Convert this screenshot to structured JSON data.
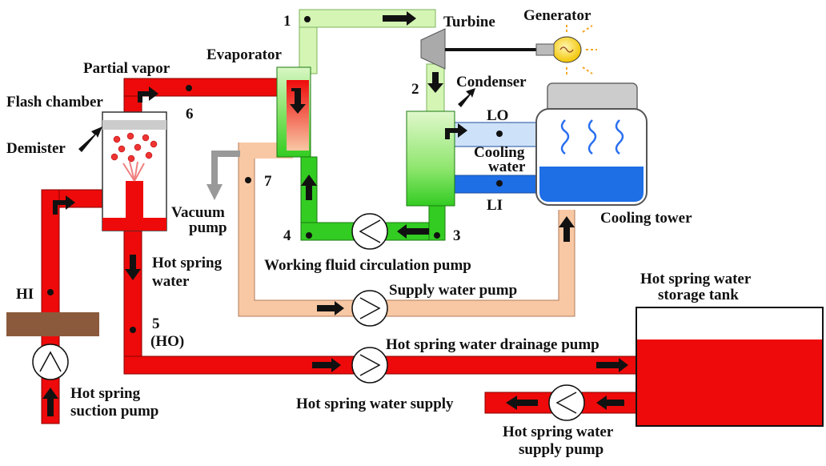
{
  "labels": {
    "generator": "Generator",
    "turbine": "Turbine",
    "evaporator": "Evaporator",
    "partial_vapor": "Partial vapor",
    "flash_chamber": "Flash chamber",
    "demister": "Demister",
    "condenser": "Condenser",
    "lo": "LO",
    "li": "LI",
    "cooling_water_1": "Cooling",
    "cooling_water_2": "water",
    "cooling_tower": "Cooling tower",
    "vacuum_pump_1": "Vacuum",
    "vacuum_pump_2": "pump",
    "hot_spring_water_1": "Hot spring",
    "hot_spring_water_2": "water",
    "working_fluid_pump": "Working fluid circulation pump",
    "supply_water_pump": "Supply water pump",
    "storage_tank_1": "Hot spring water",
    "storage_tank_2": "storage tank",
    "drainage_pump": "Hot spring water drainage pump",
    "hot_spring_supply": "Hot spring water supply",
    "supply_pump_1": "Hot spring water",
    "supply_pump_2": "supply pump",
    "suction_pump_1": "Hot spring",
    "suction_pump_2": "suction pump",
    "hi": "HI",
    "ho": "(HO)",
    "point_1": "1",
    "point_2": "2",
    "point_3": "3",
    "point_4": "4",
    "point_5": "5",
    "point_6": "6",
    "point_7": "7"
  },
  "colors": {
    "hot_spring": "#ee0a0a",
    "working_fluid_vapor": "#d4f5b4",
    "working_fluid_liquid": "#33cc22",
    "supply_water": "#f8c8a4",
    "cooling_water": "#1e6ee6",
    "cooling_water_light": "#cde1f8",
    "vacuum": "#999999",
    "ground": "#8b5a3c"
  }
}
